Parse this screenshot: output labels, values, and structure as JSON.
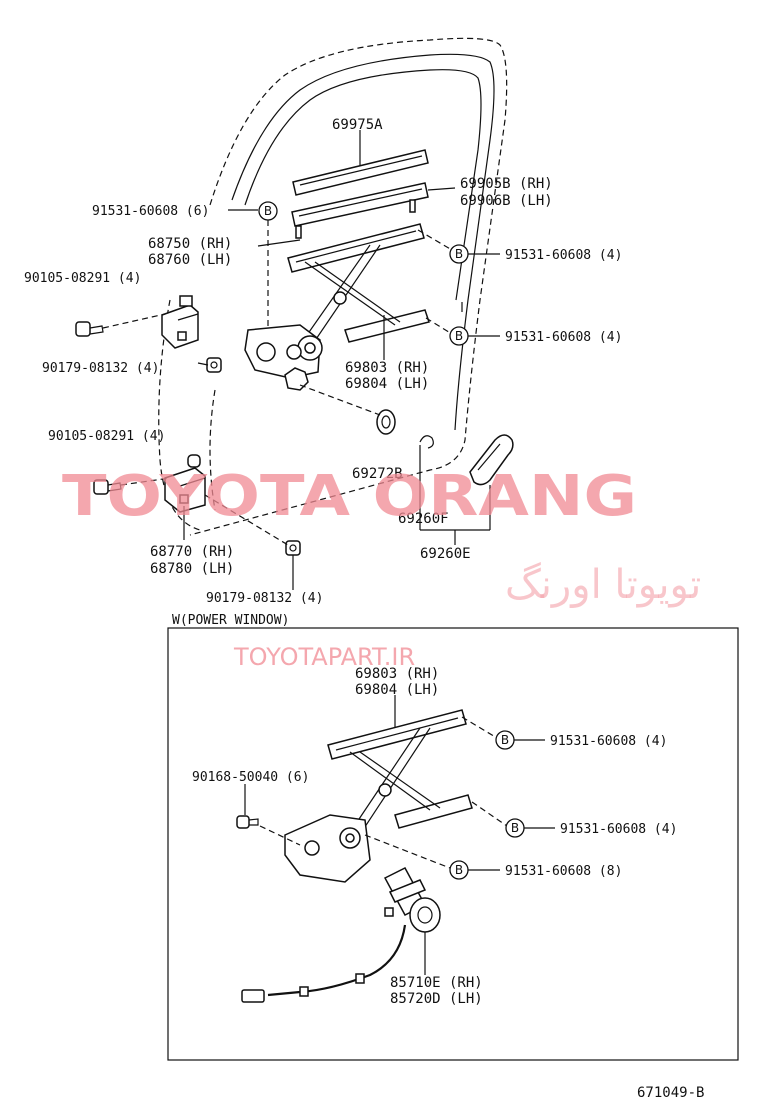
{
  "labels": {
    "l_69975A": "69975A",
    "l_69905B": "69905B (RH)",
    "l_69906B": "69906B (LH)",
    "l_91531_6": "91531-60608 (6)",
    "l_68750": "68750 (RH)",
    "l_68760": "68760 (LH)",
    "l_91531_4a": "91531-60608 (4)",
    "l_90105_a": "90105-08291 (4)",
    "l_91531_4b": "91531-60608 (4)",
    "l_90179_a": "90179-08132 (4)",
    "l_69803": "69803 (RH)",
    "l_69804": "69804 (LH)",
    "l_90105_b": "90105-08291 (4)",
    "l_69272B": "69272B",
    "l_69260F": "69260F",
    "l_68770": "68770 (RH)",
    "l_68780": "68780 (LH)",
    "l_69260E": "69260E",
    "l_90179_b": "90179-08132 (4)",
    "l_w_title": "W(POWER WINDOW)",
    "l_69803_w": "69803 (RH)",
    "l_69804_w": "69804 (LH)",
    "l_91531_4c": "91531-60608 (4)",
    "l_90168": "90168-50040 (6)",
    "l_91531_4d": "91531-60608 (4)",
    "l_91531_8": "91531-60608 (8)",
    "l_85710E": "85710E (RH)",
    "l_85720D": "85720D (LH)",
    "l_code": "671049-B"
  },
  "b_marker": "B",
  "watermarks": {
    "brand": "TOYOTA ORANG",
    "persian": "تویوتا اورنگ",
    "url": "TOYOTAPART.IR"
  },
  "colors": {
    "ink": "#111111",
    "watermark": "#f08a93"
  }
}
